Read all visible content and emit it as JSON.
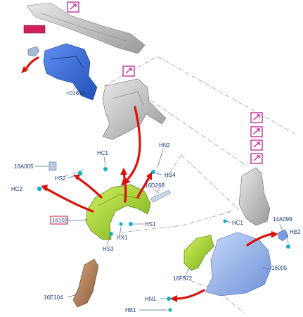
{
  "labels": {
    "p01610": "<01610",
    "p16A005": "16A005",
    "p16102": "16102",
    "p16D268": "16D268",
    "p16F572": "16F572",
    "p16005": "16005",
    "p16E104": "16E104",
    "p14A099": "14A099",
    "hs2": "HS2",
    "hc1a": "HC1",
    "hn2": "HN2",
    "hs4": "HS4",
    "hc2": "HC2",
    "hs1": "HS1",
    "hx1": "HX1",
    "hs3": "HS3",
    "hc1b": "HC1",
    "hb2": "HB2",
    "hn1": "HN1",
    "hb1": "HB1"
  },
  "colors": {
    "arrow": "#d8120c",
    "label_text": "#1a3a7a",
    "callout_border": "#c02090",
    "part_blue": "#3a6fd8",
    "part_green": "#a8d830",
    "part_gray": "#c8c8c8",
    "part_bronze": "#b07850",
    "part_lightblue": "#9ab8ee"
  },
  "icons": [
    "link-callout-icon"
  ]
}
